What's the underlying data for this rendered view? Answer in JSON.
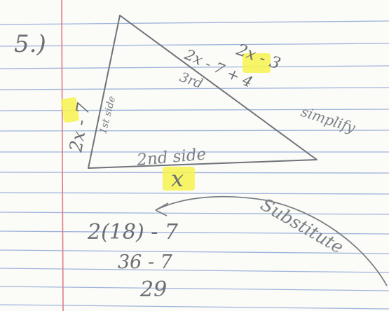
{
  "page": {
    "problem_number": "5.)",
    "colors": {
      "paper": "#fbfbf7",
      "rule_line": "#9fb4dc",
      "margin_line": "#e07a86",
      "pencil": "#777b82",
      "highlighter": "#f6f34e"
    }
  },
  "triangle": {
    "left_side_expression": "2x - 7",
    "left_side_note": "1st side",
    "bottom_side_note": "2nd side",
    "bottom_side_variable": "x",
    "right_side_expression": "2x - 7 + 4",
    "right_side_note": "3rd",
    "right_side_simplify": "simplify",
    "right_side_simplified": "2x - 3"
  },
  "work": {
    "substitute_label": "Substitute",
    "line1": "2(18) - 7",
    "line2": "36 - 7",
    "line3": "29"
  }
}
